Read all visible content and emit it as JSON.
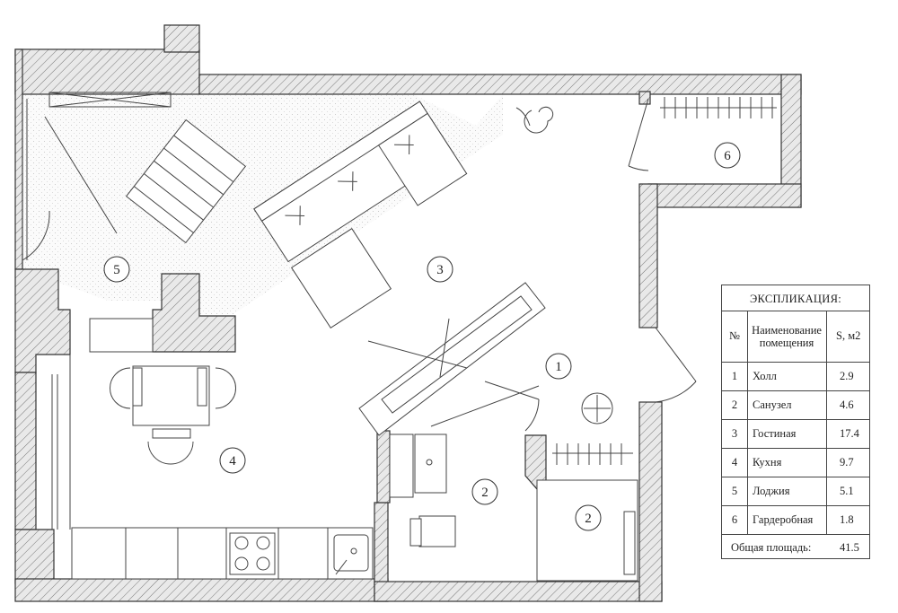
{
  "rooms": [
    {
      "number": "1"
    },
    {
      "number": "2"
    },
    {
      "number": "2"
    },
    {
      "number": "3"
    },
    {
      "number": "4"
    },
    {
      "number": "5"
    },
    {
      "number": "6"
    }
  ],
  "legend": {
    "title": "ЭКСПЛИКАЦИЯ:",
    "header": {
      "number": "№",
      "name_line1": "Наименование",
      "name_line2": "помещения",
      "area": "S, м2"
    },
    "rows": [
      {
        "number": "1",
        "name": "Холл",
        "area": "2.9"
      },
      {
        "number": "2",
        "name": "Санузел",
        "area": "4.6"
      },
      {
        "number": "3",
        "name": "Гостиная",
        "area": "17.4"
      },
      {
        "number": "4",
        "name": "Кухня",
        "area": "9.7"
      },
      {
        "number": "5",
        "name": "Лоджия",
        "area": "5.1"
      },
      {
        "number": "6",
        "name": "Гардеробная",
        "area": "1.8"
      }
    ],
    "total_label": "Общая площадь:",
    "total_value": "41.5"
  }
}
